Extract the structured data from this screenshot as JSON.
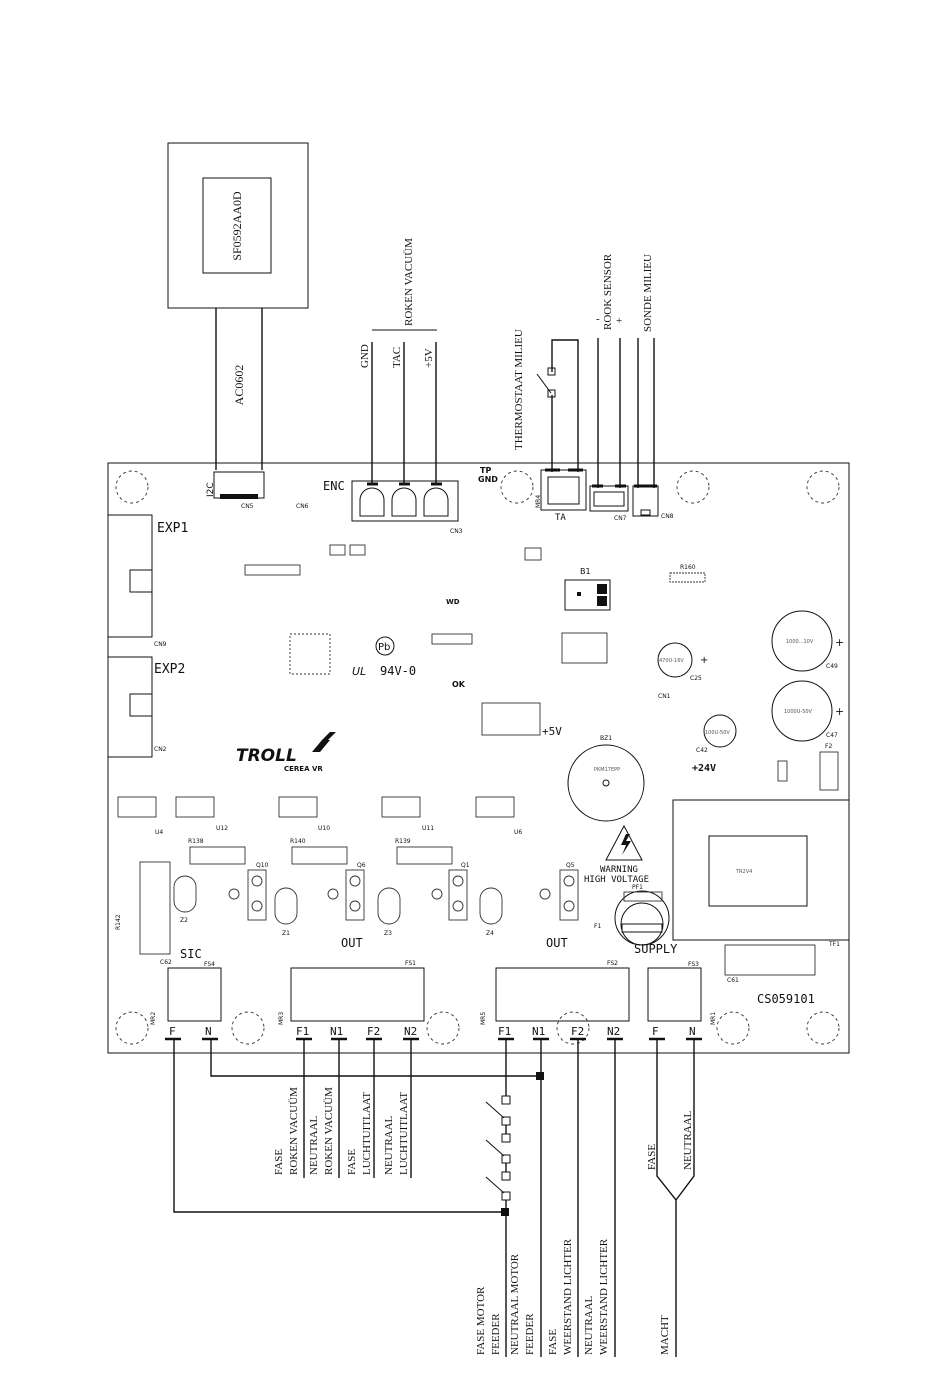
{
  "display_module": {
    "part": "SF0592AA0D",
    "cable": "AC0602"
  },
  "encoder": {
    "header": "ROKEN VACUÜM",
    "wires": [
      "GND",
      "TAC",
      "+5V"
    ]
  },
  "thermostat": "THERMOSTAAT MILIEU",
  "smoke_sensor": {
    "label": "ROOK SENSOR",
    "minus": "-",
    "plus": "+"
  },
  "probe": "SONDE MILIEU",
  "board": {
    "tp_gnd": [
      "TP",
      "GND"
    ],
    "i2c": "I2C",
    "enc": "ENC",
    "exp1": "EXP1",
    "exp2": "EXP2",
    "cn": [
      "CN5",
      "CN6",
      "CN3",
      "CN7",
      "CN8",
      "CN9",
      "CN2",
      "CN1",
      "MR4"
    ],
    "ta": "TA",
    "b1": "B1",
    "r160": "R160",
    "wd": "WD",
    "ok": "OK",
    "v94": "94V-0",
    "pb": "Pb",
    "plus5v": "+5V",
    "plus24v": "+24V",
    "bz1": "BZ1",
    "bz_part": "PKM17EPP",
    "troll": "TROLL",
    "model": "CEREA VR",
    "u": [
      "U4",
      "U12",
      "U10",
      "U11",
      "U6"
    ],
    "r_labels": [
      "R138",
      "R140",
      "R139",
      "R142"
    ],
    "q_labels": [
      "Q10",
      "Q6",
      "Q1",
      "Q5"
    ],
    "z_labels": [
      "Z2",
      "Z1",
      "Z3",
      "Z4"
    ],
    "caps": [
      {
        "name": "C25",
        "value": "470U-16V"
      },
      {
        "name": "C42",
        "value": "100U-50V"
      },
      {
        "name": "C49",
        "value": "1000...10V"
      },
      {
        "name": "C47",
        "value": "1000U-50V"
      }
    ],
    "f2": "F2",
    "pf1": "PF1",
    "f1": "F1",
    "tf1": "TF1",
    "c61": "C61",
    "c62": "C62",
    "sic": "SIC",
    "out": "OUT",
    "supply": "SUPPLY",
    "warning": [
      "WARNING",
      "HIGH VOLTAGE"
    ],
    "code": "CS059101",
    "fs": [
      "FS4",
      "FS1",
      "FS2",
      "FS3"
    ],
    "mr": [
      "MR2",
      "MR3",
      "MR5",
      "MR1"
    ],
    "terminals": {
      "sic": [
        "F",
        "N"
      ],
      "fs1": [
        "F1",
        "N1",
        "F2",
        "N2"
      ],
      "fs2": [
        "F1",
        "N1",
        "F2",
        "N2"
      ],
      "supply": [
        "F",
        "N"
      ]
    }
  },
  "outputs": {
    "fs1": [
      [
        "FASE",
        "ROKEN VACUÜM"
      ],
      [
        "NEUTRAAL",
        "ROKEN VACUÜM"
      ],
      [
        "FASE",
        "LUCHTUITLAAT"
      ],
      [
        "NEUTRAAL",
        "LUCHTUITLAAT"
      ]
    ],
    "motor": [
      [
        "FASE MOTOR",
        "FEEDER"
      ],
      [
        "NEUTRAAL MOTOR",
        "FEEDER"
      ]
    ],
    "igniter": [
      [
        "FASE",
        "WEERSTAND LICHTER"
      ],
      [
        "NEUTRAAL",
        "WEERSTAND LICHTER"
      ]
    ],
    "power": {
      "fase": "FASE",
      "neutraal": "NEUTRAAL",
      "label": "MACHT"
    }
  }
}
